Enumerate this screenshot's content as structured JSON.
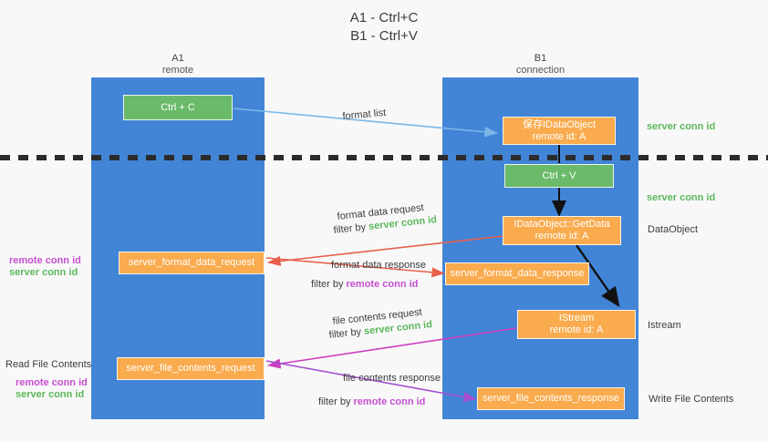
{
  "title": {
    "line1": "A1 - Ctrl+C",
    "line2": "B1 - Ctrl+V"
  },
  "columns": [
    {
      "name": "A1",
      "sub": "remote"
    },
    {
      "name": "B1",
      "sub": "connection"
    }
  ],
  "boxes": {
    "ctrl_c": {
      "line1": "Ctrl + C",
      "line2": "",
      "color": "#6aba6a"
    },
    "save_dataobj": {
      "line1": "保存IDataObject",
      "line2": "remote id: A",
      "color": "#f9ab4e"
    },
    "ctrl_v": {
      "line1": "Ctrl + V",
      "line2": "",
      "color": "#6aba6a"
    },
    "getdata": {
      "line1": "IDataObject::GetData",
      "line2": "remote id: A",
      "color": "#f9ab4e"
    },
    "istream": {
      "line1": "IStream",
      "line2": "remote id: A",
      "color": "#f9ab4e"
    },
    "fmt_req": {
      "line1": "server_format_data_request",
      "line2": "",
      "color": "#f9ab4e"
    },
    "fmt_resp": {
      "line1": "server_format_data_response",
      "line2": "",
      "color": "#f9ab4e"
    },
    "file_req": {
      "line1": "server_file_contents_request",
      "line2": "",
      "color": "#f9ab4e"
    },
    "file_resp": {
      "line1": "server_file_contents_response",
      "line2": "",
      "color": "#f9ab4e"
    }
  },
  "edge_labels": {
    "format_list": "format list",
    "fmt_req_l1": "format data request",
    "fmt_req_filter": "filter by",
    "fmt_req_filter_key": "server conn id",
    "fmt_resp_l1": "format data response",
    "fmt_resp_filter": "filter by",
    "fmt_resp_filter_key": "remote conn id",
    "file_req_l1": "file contents request",
    "file_req_filter": "filter by",
    "file_req_filter_key": "server conn id",
    "file_resp_l1": "file contents response",
    "file_resp_filter": "filter by",
    "file_resp_filter_key": "remote conn id"
  },
  "right_labels": {
    "server_conn_id_top": "server conn id",
    "server_conn_id_mid": "server conn id",
    "dataobject": "DataObject",
    "istream": "Istream",
    "write_file_contents": "Write File Contents"
  },
  "left_labels": {
    "remote_conn_id_1": "remote conn id",
    "server_conn_id_1": "server conn id",
    "read_file_contents": "Read File Contents",
    "remote_conn_id_2": "remote conn id",
    "server_conn_id_2": "server conn id"
  },
  "colors": {
    "lane_blue": "#4285d6",
    "green_box": "#6aba6a",
    "orange_box": "#f9ab4e",
    "green_text": "#5cb85c",
    "purple_text": "#c44fd0",
    "arrow_lightblue": "#7bb8e8",
    "arrow_red": "#e8604c",
    "arrow_magenta": "#cc3fbf",
    "arrow_purple": "#a44fd0",
    "arrow_black": "#111111",
    "dash_line": "#2b2b2b",
    "background": "#f8f8f8"
  }
}
